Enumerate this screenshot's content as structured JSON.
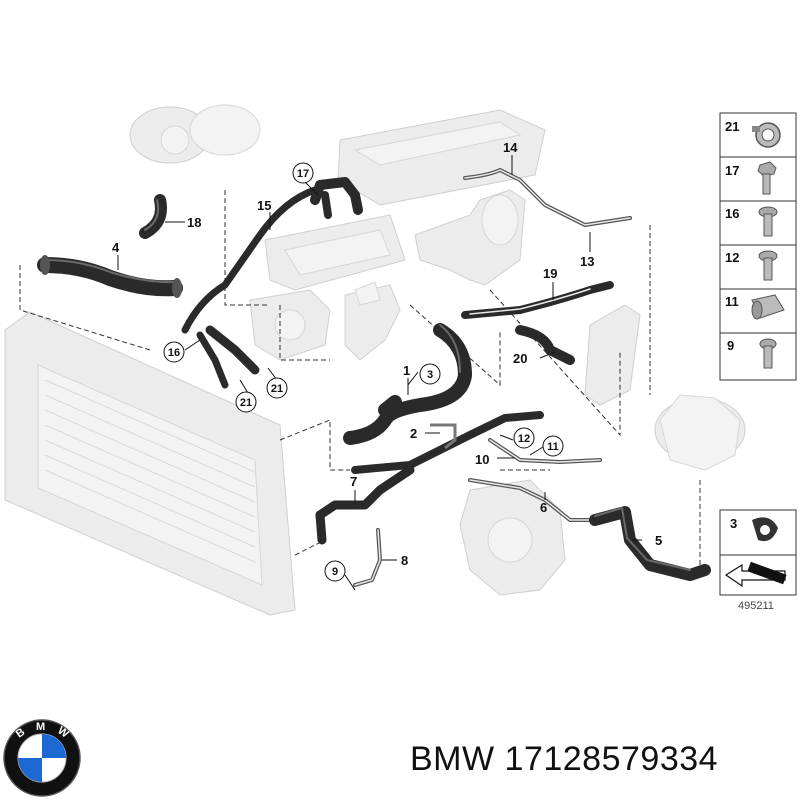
{
  "callouts": [
    "1",
    "2",
    "4",
    "5",
    "6",
    "7",
    "8",
    "10",
    "13",
    "14",
    "15",
    "18",
    "19",
    "20"
  ],
  "circled_callouts": [
    "3",
    "9",
    "11",
    "12",
    "16",
    "17",
    "21",
    "21"
  ],
  "legend": [
    "21",
    "17",
    "16",
    "12",
    "11",
    "9",
    "3"
  ],
  "reference_id": "495211",
  "caption": {
    "brand": "BMW",
    "part_number": "17128579334"
  },
  "logo": {
    "lettering": "BMW",
    "colors": {
      "blue": "#1c69d4",
      "black": "#111111",
      "white": "#ffffff"
    }
  },
  "colors": {
    "hose": "#2a2a2a",
    "ghost_part": "#ececec",
    "line": "#111111"
  }
}
